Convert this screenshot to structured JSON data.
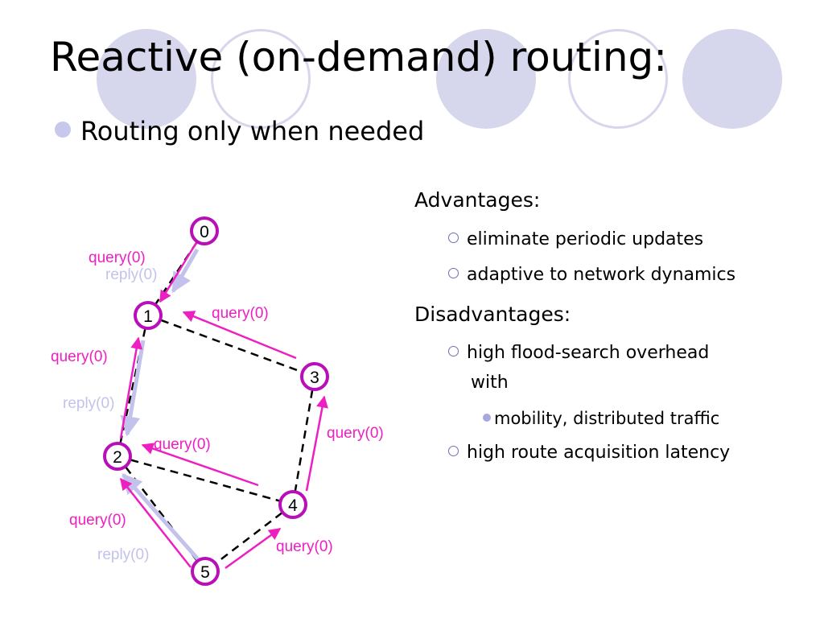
{
  "slide": {
    "title": "Reactive (on-demand) routing:",
    "bullet": "Routing only when needed",
    "advantages": {
      "heading": "Advantages:",
      "items": [
        "eliminate periodic updates",
        "adaptive to network dynamics"
      ]
    },
    "disadvantages": {
      "heading": "Disadvantages:",
      "item1_line1": "high flood-search overhead",
      "item1_line2": "with",
      "item1_sub": "mobility, distributed traffic",
      "item2": "high route acquisition latency"
    }
  },
  "diagram": {
    "nodes": [
      "0",
      "1",
      "2",
      "3",
      "4",
      "5"
    ],
    "labels": {
      "query_0_1": "query(0)",
      "reply_1_0": "reply(0)",
      "query_3_1": "query(0)",
      "query_1_2": "query(0)",
      "reply_2_1": "reply(0)",
      "query_4_3": "query(0)",
      "query_4_2": "query(0)",
      "query_5_2": "query(0)",
      "reply_5_2": "reply(0)",
      "query_5_4": "query(0)"
    }
  },
  "colors": {
    "decor": "#d6d6ec",
    "query_arrow": "#ee1fc0",
    "reply_arrow": "#c2c2ec",
    "node_border": "#b80fb8"
  }
}
